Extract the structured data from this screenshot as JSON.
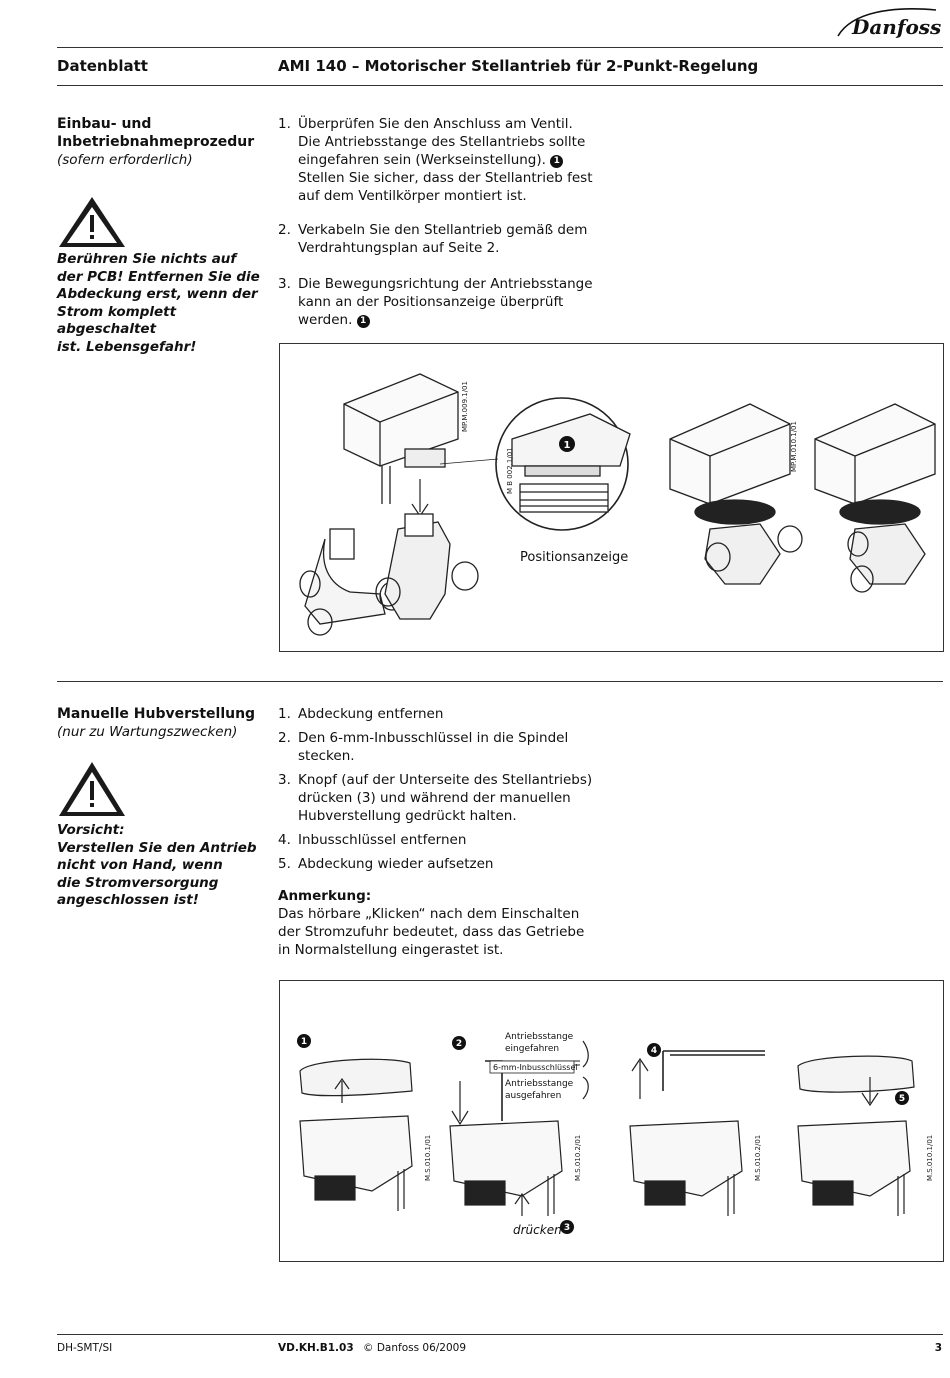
{
  "header": {
    "brand": "Danfoss",
    "left": "Datenblatt",
    "title": "AMI 140 – Motorischer Stellantrieb für 2-Punkt-Regelung"
  },
  "section1": {
    "title_line1": "Einbau- und",
    "title_line2": "Inbetriebnahmeprozedur",
    "subtitle": "(sofern erforderlich)",
    "warning": [
      "Berühren Sie nichts auf",
      "der PCB! Entfernen Sie die",
      "Abdeckung erst, wenn der",
      "Strom komplett abgeschaltet",
      "ist. Lebensgefahr!"
    ],
    "steps": [
      {
        "num": "1.",
        "lines": [
          "Überprüfen Sie den Anschluss am Ventil.",
          "Die Antriebsstange des Stellantriebs sollte",
          "eingefahren sein (Werkseinstellung).",
          "Stellen Sie sicher, dass der Stellantrieb fest",
          "auf dem Ventilkörper montiert ist."
        ]
      },
      {
        "num": "2.",
        "lines": [
          "Verkabeln Sie den Stellantrieb gemäß dem",
          "Verdrahtungsplan auf Seite 2."
        ]
      },
      {
        "num": "3.",
        "lines": [
          "Die Bewegungsrichtung der Antriebsstange",
          "kann an der Positionsanzeige überprüft",
          "werden."
        ]
      }
    ],
    "marker": "1",
    "figure": {
      "caption": "Positionsanzeige",
      "code1": "MP.M.009.1/01",
      "code2": "M B 002.1/01",
      "code3": "MP.M.010.1/01",
      "marker": "1"
    }
  },
  "section2": {
    "title": "Manuelle Hubverstellung",
    "subtitle": "(nur zu Wartungszwecken)",
    "warning": [
      "Vorsicht:",
      "Verstellen Sie den Antrieb",
      "nicht von Hand, wenn",
      "die Stromversorgung",
      "angeschlossen ist!"
    ],
    "steps": [
      {
        "num": "1.",
        "lines": [
          "Abdeckung entfernen"
        ]
      },
      {
        "num": "2.",
        "lines": [
          "Den 6-mm-Inbusschlüssel in die Spindel",
          "stecken."
        ]
      },
      {
        "num": "3.",
        "lines": [
          "Knopf (auf der Unterseite des Stellantriebs)",
          "drücken (3) und während der manuellen",
          "Hubverstellung gedrückt halten."
        ]
      },
      {
        "num": "4.",
        "lines": [
          "Inbusschlüssel entfernen"
        ]
      },
      {
        "num": "5.",
        "lines": [
          "Abdeckung wieder aufsetzen"
        ]
      }
    ],
    "note_title": "Anmerkung:",
    "note_lines": [
      "Das hörbare „Klicken“ nach dem Einschalten",
      "der Stromzufuhr bedeutet, dass das Getriebe",
      "in Normalstellung eingerastet ist."
    ],
    "figure": {
      "labels": {
        "eingefahren": [
          "Antriebsstange",
          "eingefahren"
        ],
        "key": "6-mm-Inbusschlüssel",
        "ausgefahren": [
          "Antriebsstange",
          "ausgefahren"
        ],
        "druecken": "drücken"
      },
      "markers": [
        "1",
        "2",
        "3",
        "4",
        "5"
      ],
      "codes": [
        "M.S.010.1/01",
        "M.S.010.2/01",
        "M.S.010.2/01",
        "M.S.010.1/01"
      ]
    }
  },
  "footer": {
    "left": "DH-SMT/SI",
    "code": "VD.KH.B1.03",
    "copyright": "© Danfoss 06/2009",
    "page": "3"
  }
}
